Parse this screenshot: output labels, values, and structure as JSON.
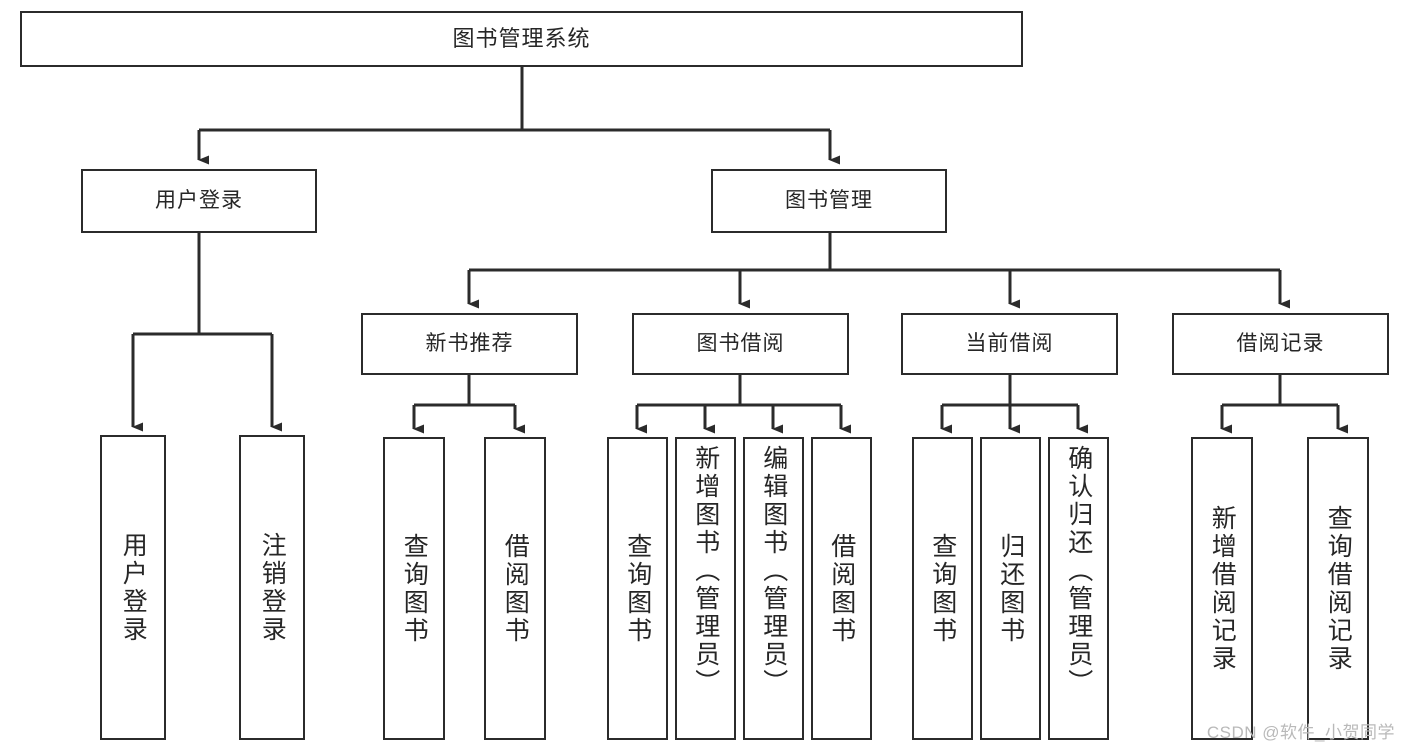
{
  "diagram": {
    "title": "图书管理系统",
    "type": "hierarchy-tree",
    "watermark": "CSDN @软件_小贺同学",
    "colors": {
      "box_border": "#2b2b2b",
      "box_fill": "#ffffff",
      "connector": "#2b2b2b",
      "text": "#262626",
      "watermark": "#b9b9b9",
      "background": "#ffffff"
    },
    "nodes": {
      "root": {
        "label": "图书管理系统"
      },
      "level2": [
        {
          "id": "user-login",
          "label": "用户登录"
        },
        {
          "id": "book-management",
          "label": "图书管理"
        }
      ],
      "level3": [
        {
          "id": "new-book-recommend",
          "label": "新书推荐"
        },
        {
          "id": "book-borrow",
          "label": "图书借阅"
        },
        {
          "id": "current-borrow",
          "label": "当前借阅"
        },
        {
          "id": "borrow-record",
          "label": "借阅记录"
        }
      ],
      "leaves": {
        "user-login": [
          {
            "id": "user-login-action",
            "label": "用户登录"
          },
          {
            "id": "user-logout-action",
            "label": "注销登录"
          }
        ],
        "new-book-recommend": [
          {
            "id": "query-book-1",
            "label": "查询图书"
          },
          {
            "id": "borrow-book-1",
            "label": "借阅图书"
          }
        ],
        "book-borrow": [
          {
            "id": "query-book-2",
            "label": "查询图书"
          },
          {
            "id": "add-book-admin",
            "label": "新增图书（管理员）"
          },
          {
            "id": "edit-book-admin",
            "label": "编辑图书（管理员）"
          },
          {
            "id": "borrow-book-2",
            "label": "借阅图书"
          }
        ],
        "current-borrow": [
          {
            "id": "query-book-3",
            "label": "查询图书"
          },
          {
            "id": "return-book",
            "label": "归还图书"
          },
          {
            "id": "confirm-return-admin",
            "label": "确认归还（管理员）"
          }
        ],
        "borrow-record": [
          {
            "id": "add-borrow-record",
            "label": "新增借阅记录"
          },
          {
            "id": "query-borrow-record",
            "label": "查询借阅记录"
          }
        ]
      }
    }
  }
}
